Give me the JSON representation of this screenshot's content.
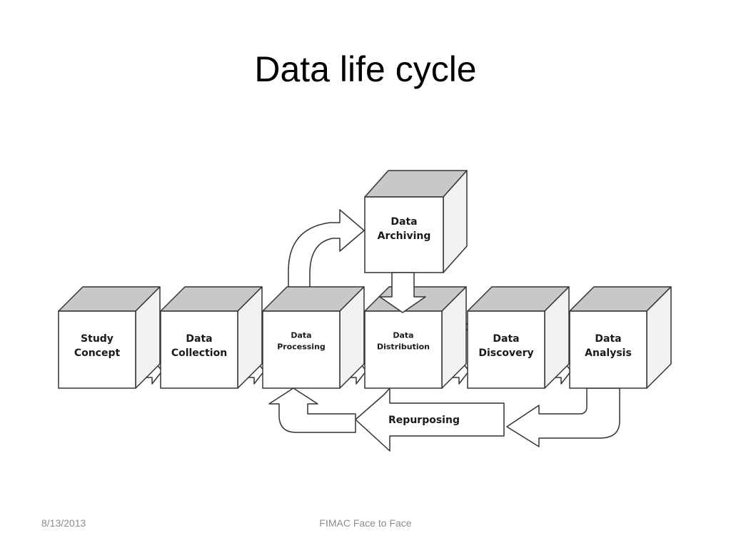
{
  "slide": {
    "title": "Data life cycle",
    "footer_date": "8/13/2013",
    "footer_center": "FIMAC Face to Face"
  },
  "diagram": {
    "stages": [
      {
        "id": "study-concept",
        "lines": [
          "Study",
          "Concept"
        ]
      },
      {
        "id": "data-collection",
        "lines": [
          "Data",
          "Collection"
        ]
      },
      {
        "id": "data-processing",
        "lines": [
          "Data",
          "Processing"
        ]
      },
      {
        "id": "data-distribution",
        "lines": [
          "Data",
          "Distribution"
        ]
      },
      {
        "id": "data-discovery",
        "lines": [
          "Data",
          "Discovery"
        ]
      },
      {
        "id": "data-analysis",
        "lines": [
          "Data",
          "Analysis"
        ]
      }
    ],
    "archive": {
      "lines": [
        "Data",
        "Archiving"
      ]
    },
    "repurposing_label": "Repurposing",
    "colors": {
      "box_front": "#ffffff",
      "box_top": "#c8c8c8",
      "box_side": "#f2f2f2",
      "stroke": "#333333",
      "arrow_fill": "#ffffff"
    }
  }
}
